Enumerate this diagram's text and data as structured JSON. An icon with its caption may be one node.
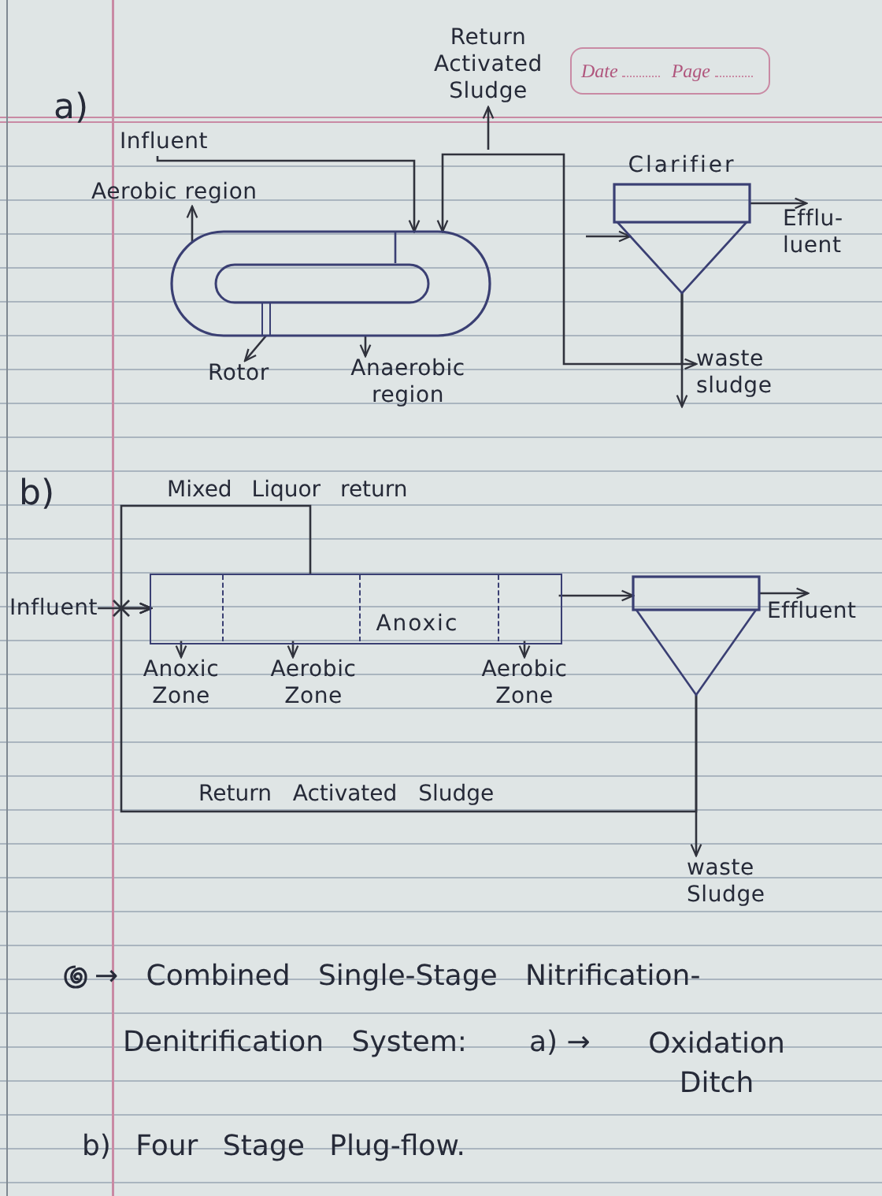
{
  "diagram": {
    "nodes": [
      {
        "text": [
          "Return Activated Sludge"
        ]
      },
      {
        "text": [
          "Date",
          "Page"
        ]
      },
      {
        "text": [
          "Influent"
        ]
      },
      {
        "text": [
          "Aerobic region"
        ]
      },
      {
        "text": [],
        "shape": "oval"
      },
      {
        "text": [],
        "shape": "bar",
        "in": 4
      },
      {
        "text": [
          "Clarifier"
        ]
      },
      {
        "text": [
          "Efflu- luent"
        ]
      },
      {
        "text": [
          "Rotor"
        ]
      },
      {
        "text": [
          "Anaerobic region"
        ]
      },
      {
        "text": [
          "waste sludge"
        ]
      },
      {
        "text": [],
        "shape": "box"
      },
      {
        "text": [],
        "shape": "box",
        "in": 11
      },
      {
        "text": [],
        "shape": "box",
        "in": 11
      },
      {
        "text": [
          "Anoxic"
        ],
        "in": 11
      },
      {
        "text": [],
        "shape": "box",
        "in": 11
      },
      {
        "text": [
          "Anoxic Zone"
        ]
      },
      {
        "text": [
          "Aerobic Zone"
        ]
      },
      {
        "text": [
          "Aerobic Zone"
        ]
      },
      {
        "text": [
          "Influent"
        ]
      },
      {
        "text": [],
        "shape": "funnel"
      },
      {
        "text": [
          "Effluent"
        ]
      },
      {
        "text": [
          "waste Sludge"
        ]
      }
    ],
    "edges": [
      {
        "from": null,
        "to": 0,
        "arrow": "to"
      },
      {
        "from": 2,
        "to": 4,
        "arrow": "to"
      },
      {
        "from": 6,
        "to": 4,
        "arrow": "to"
      },
      {
        "from": 4,
        "to": 3,
        "arrow": "to"
      },
      {
        "from": 5,
        "to": 8,
        "arrow": "to"
      },
      {
        "from": 4,
        "to": 9,
        "arrow": "to"
      },
      {
        "from": null,
        "to": 6,
        "arrow": "to"
      },
      {
        "from": 6,
        "to": 7,
        "arrow": "to"
      },
      {
        "from": 6,
        "to": 10,
        "arrow": "to"
      },
      {
        "from": 6,
        "to": 10,
        "arrow": "to"
      },
      {
        "from": 13,
        "to": 12,
        "arrow": "to",
        "label": "Mixed Liquor return"
      },
      {
        "from": 19,
        "to": 12,
        "arrow": "to"
      },
      {
        "from": 20,
        "to": 12,
        "arrow": "to",
        "label": "Return Activated Sludge"
      },
      {
        "from": 15,
        "to": 20,
        "arrow": "to"
      },
      {
        "from": 20,
        "to": 21,
        "arrow": "to"
      },
      {
        "from": 20,
        "to": 22,
        "arrow": "to"
      },
      {
        "from": 12,
        "to": 16,
        "arrow": "to"
      },
      {
        "from": 13,
        "to": 17,
        "arrow": "to"
      },
      {
        "from": 15,
        "to": 18,
        "arrow": "to"
      }
    ],
    "labels": [
      "a)",
      "b)",
      "→ Combined Single-Stage Nitrification-",
      "Denitrification System:",
      "a) →",
      "Oxidation Ditch",
      "b) Four Stage Plug-flow."
    ]
  }
}
